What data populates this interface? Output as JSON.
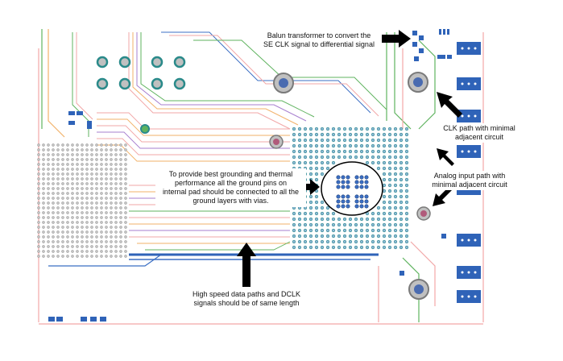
{
  "annotations": {
    "balun": [
      "Balun transformer to convert the",
      "SE CLK signal to differential signal"
    ],
    "clk_path": [
      "CLK path with minimal",
      "adjacent circuit"
    ],
    "analog_input": [
      "Analog input path with",
      "minimal adjacent circuit"
    ],
    "grounding": [
      "To provide best grounding and thermal",
      "performance all the ground pins on",
      "internal pad should be connected to all the",
      "ground layers with vias."
    ],
    "high_speed": [
      "High speed data paths and DCLK",
      "signals should be of same length"
    ]
  },
  "colors": {
    "background": "#ffffff",
    "trace_pink": "#f2a7a7",
    "trace_orange": "#f2b26a",
    "trace_green": "#5fb35f",
    "trace_blue": "#3b6fc4",
    "trace_purple": "#a77fcf",
    "via_teal": "#2a8a8a",
    "pad_blue": "#2f63b8",
    "arrow": "#000000"
  }
}
